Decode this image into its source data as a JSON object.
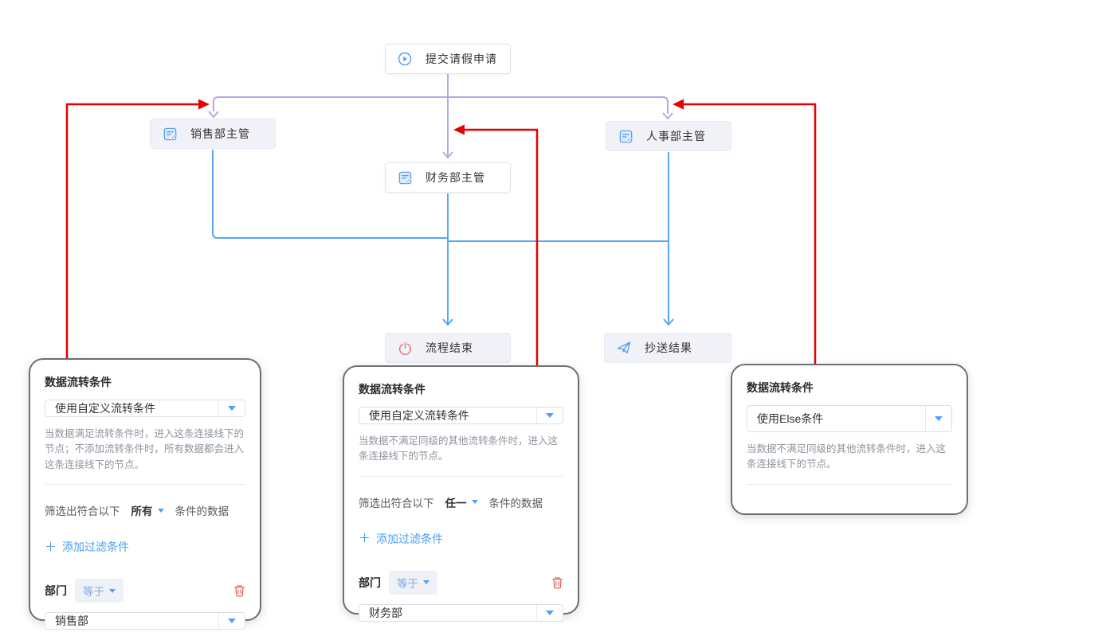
{
  "colors": {
    "accent_blue": "#4a9ef0",
    "line_blue": "#57a8f2",
    "line_purple": "#b7a6e3",
    "line_red": "#e60000",
    "danger_red": "#e0554d",
    "node_gray_bg": "#f0f2f7"
  },
  "icons": {
    "plus": "＋"
  },
  "nodes": {
    "start": {
      "label": "提交请假申请",
      "icon": "play-icon"
    },
    "sales": {
      "label": "销售部主管",
      "icon": "edit-doc-icon"
    },
    "finance": {
      "label": "财务部主管",
      "icon": "edit-doc-icon"
    },
    "hr": {
      "label": "人事部主管",
      "icon": "edit-doc-icon"
    },
    "end": {
      "label": "流程结束",
      "icon": "power-icon"
    },
    "cc": {
      "label": "抄送结果",
      "icon": "send-icon"
    }
  },
  "edges": [
    {
      "from": "start",
      "to": "sales",
      "color": "#b7a6e3"
    },
    {
      "from": "start",
      "to": "finance",
      "color": "#b7a6e3"
    },
    {
      "from": "start",
      "to": "hr",
      "color": "#b7a6e3"
    },
    {
      "from": "sales",
      "to": "end",
      "color": "#57a8f2"
    },
    {
      "from": "finance",
      "to": "end",
      "color": "#57a8f2"
    },
    {
      "from": "hr",
      "to": "cc",
      "color": "#57a8f2"
    },
    {
      "from": "panel-1",
      "to": "edge-start-sales",
      "color": "#e60000"
    },
    {
      "from": "panel-2",
      "to": "edge-start-finance",
      "color": "#e60000"
    },
    {
      "from": "panel-3",
      "to": "edge-start-hr",
      "color": "#e60000"
    }
  ],
  "panels": [
    {
      "title": "数据流转条件",
      "condition_type": "使用自定义流转条件",
      "description": "当数据满足流转条件时，进入这条连接线下的节点；不添加流转条件时，所有数据都会进入这条连接线下的节点。",
      "filter_prefix": "筛选出符合以下",
      "filter_match": "所有",
      "filter_suffix": "条件的数据",
      "add_filter": "添加过滤条件",
      "field_label": "部门",
      "operator": "等于",
      "field_value": "销售部"
    },
    {
      "title": "数据流转条件",
      "condition_type": "使用自定义流转条件",
      "description": "当数据不满足同级的其他流转条件时，进入这条连接线下的节点。",
      "filter_prefix": "筛选出符合以下",
      "filter_match": "任一",
      "filter_suffix": "条件的数据",
      "add_filter": "添加过滤条件",
      "field_label": "部门",
      "operator": "等于",
      "field_value": "财务部"
    },
    {
      "title": "数据流转条件",
      "condition_type": "使用Else条件",
      "description": "当数据不满足同级的其他流转条件时，进入这条连接线下的节点。"
    }
  ]
}
